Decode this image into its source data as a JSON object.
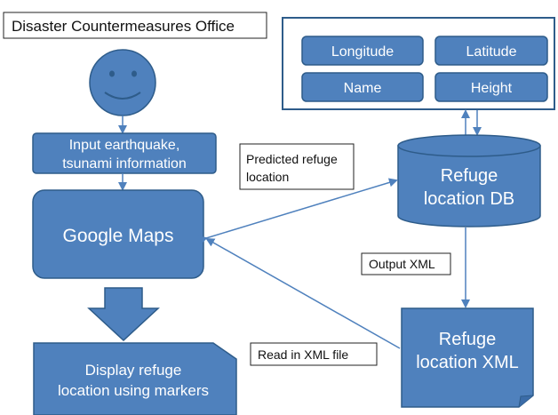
{
  "title": "Disaster Countermeasures Office",
  "attributes": [
    "Longitude",
    "Latitude",
    "Name",
    "Height"
  ],
  "input_box": [
    "Input earthquake,",
    "tsunami information"
  ],
  "google_maps": "Google Maps",
  "display_box": [
    "Display refuge",
    "location using markers"
  ],
  "refuge_db": [
    "Refuge",
    "location DB"
  ],
  "refuge_xml": [
    "Refuge",
    "location XML"
  ],
  "labels": {
    "predicted": [
      "Predicted refuge",
      "location"
    ],
    "output_xml": "Output XML",
    "read_xml": "Read in XML file"
  },
  "colors": {
    "fill": "#4f81bd",
    "stroke": "#2e5c8a"
  }
}
